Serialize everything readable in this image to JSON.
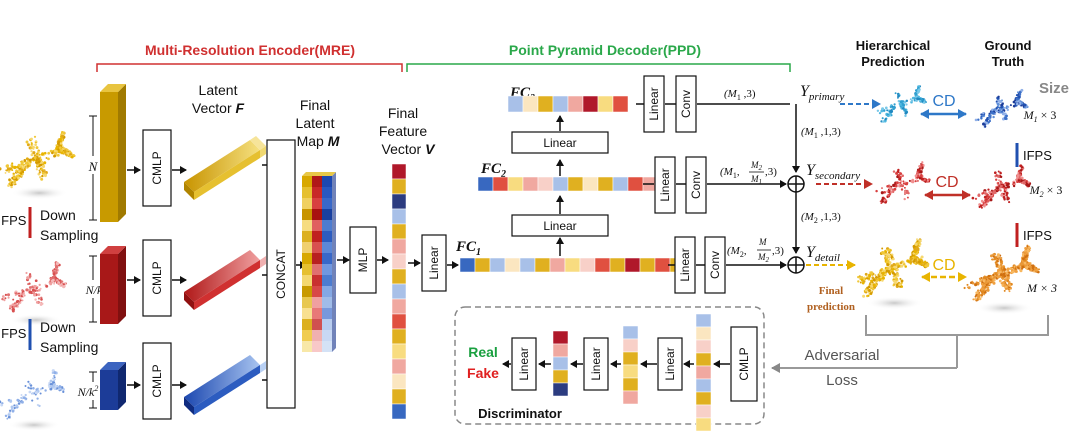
{
  "sections": {
    "mre_title": "Multi-Resolution Encoder(MRE)",
    "ppd_title": "Point Pyramid Decoder(PPD)",
    "hier_title_1": "Hierarchical",
    "hier_title_2": "Prediction",
    "gt_title_1": "Ground",
    "gt_title_2": "Truth",
    "size_label": "Size"
  },
  "encoder": {
    "latent_vector_1": "Latent",
    "latent_vector_2": "Vector",
    "latent_vector_sym": "F",
    "final_latent_1": "Final",
    "final_latent_2": "Latent",
    "final_latent_3": "Map",
    "final_latent_sym": "M",
    "final_feature_1": "Final",
    "final_feature_2": "Feature",
    "final_feature_3": "Vector",
    "final_feature_sym": "V",
    "cmlp": "CMLP",
    "concat": "CONCAT",
    "mlp": "MLP",
    "linear": "Linear",
    "ifps": "IFPS",
    "down_1": "Down",
    "down_2": "Sampling",
    "dim_n": "N",
    "dim_nk": "N/k",
    "dim_nk2_base": "N/k",
    "dim_nk2_exp": "2"
  },
  "decoder": {
    "fc1": "FC",
    "fc1_sub": "1",
    "fc2": "FC",
    "fc2_sub": "2",
    "fc3": "FC",
    "fc3_sub": "3",
    "linear": "Linear",
    "conv": "Conv",
    "shape_m1": "(M",
    "shape_m1_sub": "1",
    "shape_m1_tail": " ,3)",
    "shape_m1_13": "(M",
    "shape_m1_13_sub": "1",
    "shape_m1_13_tail": " ,1,3)",
    "shape_m2_13": "(M",
    "shape_m2_13_sub": "2",
    "shape_m2_13_tail": " ,1,3)",
    "y_primary": "Y",
    "y_primary_sub": "primary",
    "y_secondary": "Y",
    "y_secondary_sub": "secondary",
    "y_detail": "Y",
    "y_detail_sub": "detail",
    "final_prediction_1": "Final",
    "final_prediction_2": "prediction"
  },
  "outputs": {
    "cd": "CD",
    "ifps": "IFPS",
    "size_m1": "M",
    "size_m1_sub": "1",
    "size_m1_tail": " × 3",
    "size_m2": "M",
    "size_m2_sub": "2",
    "size_m2_tail": " × 3",
    "size_m": "M × 3"
  },
  "discriminator": {
    "title": "Discriminator",
    "real": "Real",
    "fake": "Fake",
    "linear": "Linear",
    "cmlp": "CMLP",
    "adversarial_1": "Adversarial",
    "adversarial_2": "Loss"
  },
  "colors": {
    "encoder_bracket": "#d03030",
    "decoder_bracket": "#2aa84a",
    "gold": "#d4a800",
    "red": "#c02020",
    "blue": "#2050b0",
    "arrow_blue": "#2e78c8",
    "arrow_red": "#c03028",
    "arrow_gold": "#e8b400",
    "final_prediction": "#b06020",
    "real": "#1aa040",
    "fake": "#e02020"
  }
}
